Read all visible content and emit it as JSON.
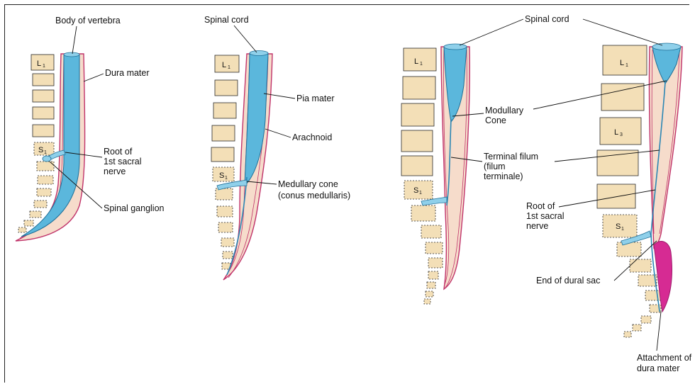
{
  "panel1": {
    "body_of_vertebra": "Body of vertebra",
    "dura_mater": "Dura mater",
    "root_line1": "Root of",
    "root_line2": "1st sacral",
    "root_line3": "nerve",
    "spinal_ganglion": "Spinal ganglion",
    "vert_L": "L",
    "vert_L_sub": "1",
    "vert_S": "S",
    "vert_S_sub": "1"
  },
  "panel2": {
    "spinal_cord": "Spinal cord",
    "pia_mater": "Pia mater",
    "arachnoid": "Arachnoid",
    "cone_line1": "Medullary cone",
    "cone_line2": "(conus medullaris)",
    "vert_L": "L",
    "vert_L_sub": "1",
    "vert_S": "S",
    "vert_S_sub": "1"
  },
  "panel34": {
    "spinal_cord": "Spinal cord",
    "cone_line1": "Modullary",
    "cone_line2": "Cone",
    "filum_line1": "Terminal filum",
    "filum_line2": "(filum",
    "filum_line3": "terminale)",
    "root_line1": "Root of",
    "root_line2": "1st sacral",
    "root_line3": "nerve",
    "end_dural_sac": "End of dural sac",
    "attach_line1": "Attachment of",
    "attach_line2": "dura mater",
    "p3_vert_L": "L",
    "p3_vert_L_sub": "1",
    "p3_vert_S": "S",
    "p3_vert_S_sub": "1",
    "p4_vert_L1": "L",
    "p4_vert_L1_sub": "1",
    "p4_vert_L3": "L",
    "p4_vert_L3_sub": "3",
    "p4_vert_S": "S",
    "p4_vert_S_sub": "1"
  },
  "colors": {
    "cord": "#5bb7dc",
    "dura": "#c0336a",
    "vertebra": "#f3dfb7",
    "dural_sac": "#d62b93"
  }
}
